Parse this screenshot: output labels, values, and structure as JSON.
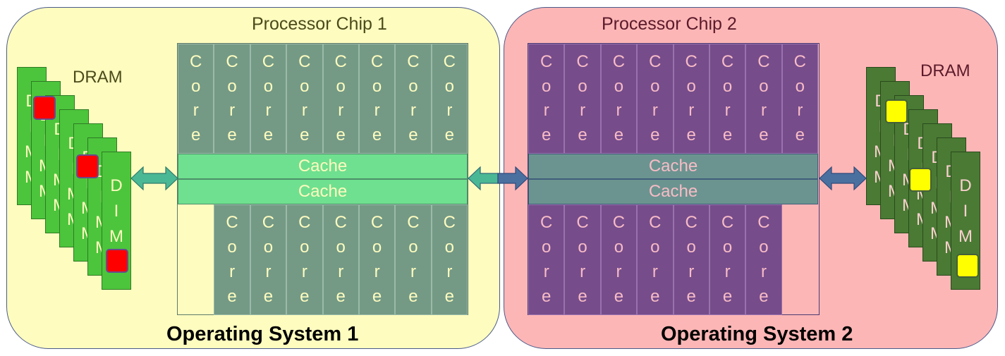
{
  "os1": {
    "title": "Operating System 1",
    "color": "#fefcbf"
  },
  "os2": {
    "title": "Operating System 2",
    "color": "#fdb6b6"
  },
  "chip1": {
    "title": "Processor Chip 1",
    "core_label": "Core",
    "cache_label": "Cache",
    "top_cores": 8,
    "bottom_cores": 7,
    "title_color": "#4a4a1a"
  },
  "chip2": {
    "title": "Processor Chip 2",
    "core_label": "Core",
    "cache_label": "Cache",
    "top_cores": 8,
    "bottom_cores": 7,
    "title_color": "#5a1a2a"
  },
  "dram_left": {
    "label": "DRAM",
    "module_text": "DIMM",
    "label_color": "#4a4a1a",
    "module_color": "#4cc53c",
    "chip_color": "#ff0000"
  },
  "dram_right": {
    "label": "DRAM",
    "module_text": "DIMM",
    "label_color": "#5a1a2a",
    "module_color": "#4a7a34",
    "chip_color": "#ffff00"
  },
  "arrows": {
    "chip1_color": "#4ab894",
    "chip2_color": "#4a70a0"
  }
}
